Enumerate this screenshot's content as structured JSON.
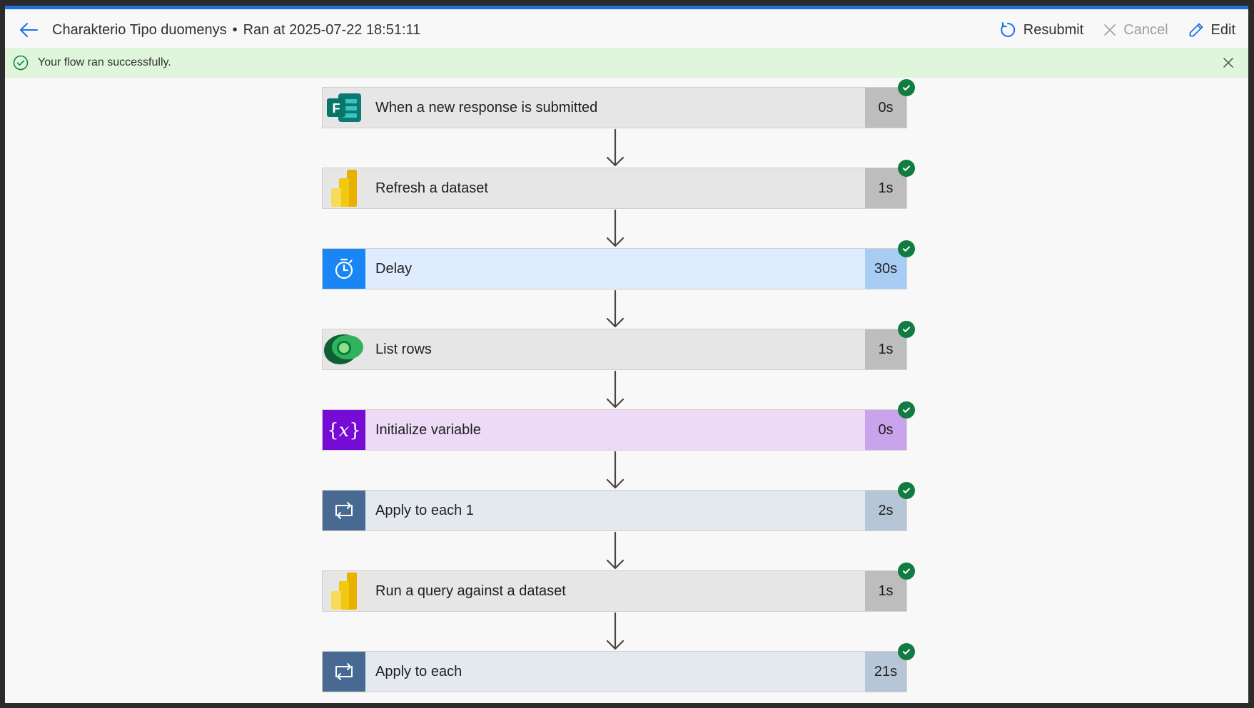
{
  "header": {
    "title": "Charakterio Tipo duomenys",
    "separator": "•",
    "run_info": "Ran at 2025-07-22 18:51:11",
    "actions": [
      {
        "label": "Resubmit",
        "icon": "refresh-icon"
      },
      {
        "label": "Cancel",
        "icon": "close-icon"
      },
      {
        "label": "Edit",
        "icon": "pencil-icon"
      }
    ]
  },
  "banner": {
    "text": "Your flow ran successfully.",
    "icon": "check-circle-icon",
    "status_color": "#107c41"
  },
  "steps": [
    {
      "label": "When a new response is submitted",
      "duration": "0s",
      "icon": "forms-icon",
      "bg": "#e6e6e6",
      "dur_bg": "#bdbdbd",
      "icon_bg": "#e6e6e6"
    },
    {
      "label": "Refresh a dataset",
      "duration": "1s",
      "icon": "powerbi-icon",
      "bg": "#e6e6e6",
      "dur_bg": "#bdbdbd",
      "icon_bg": "#e6e6e6"
    },
    {
      "label": "Delay",
      "duration": "30s",
      "icon": "timer-icon",
      "bg": "#deecfd",
      "dur_bg": "#a8cdf5",
      "icon_bg": "#1a85f5"
    },
    {
      "label": "List rows",
      "duration": "1s",
      "icon": "dataverse-icon",
      "bg": "#e6e6e6",
      "dur_bg": "#bdbdbd",
      "icon_bg": "#e6e6e6"
    },
    {
      "label": "Initialize variable",
      "duration": "0s",
      "icon": "variable-icon",
      "bg": "#ecdaf7",
      "dur_bg": "#c9a3eb",
      "icon_bg": "#770bd6"
    },
    {
      "label": "Apply to each 1",
      "duration": "2s",
      "icon": "loop-icon",
      "bg": "#e4e9f0",
      "dur_bg": "#b7c6d6",
      "icon_bg": "#486991"
    },
    {
      "label": "Run a query against a dataset",
      "duration": "1s",
      "icon": "powerbi-icon",
      "bg": "#e6e6e6",
      "dur_bg": "#bdbdbd",
      "icon_bg": "#e6e6e6"
    },
    {
      "label": "Apply to each",
      "duration": "21s",
      "icon": "loop-icon",
      "bg": "#e4e9f0",
      "dur_bg": "#b7c6d6",
      "icon_bg": "#486991"
    }
  ]
}
